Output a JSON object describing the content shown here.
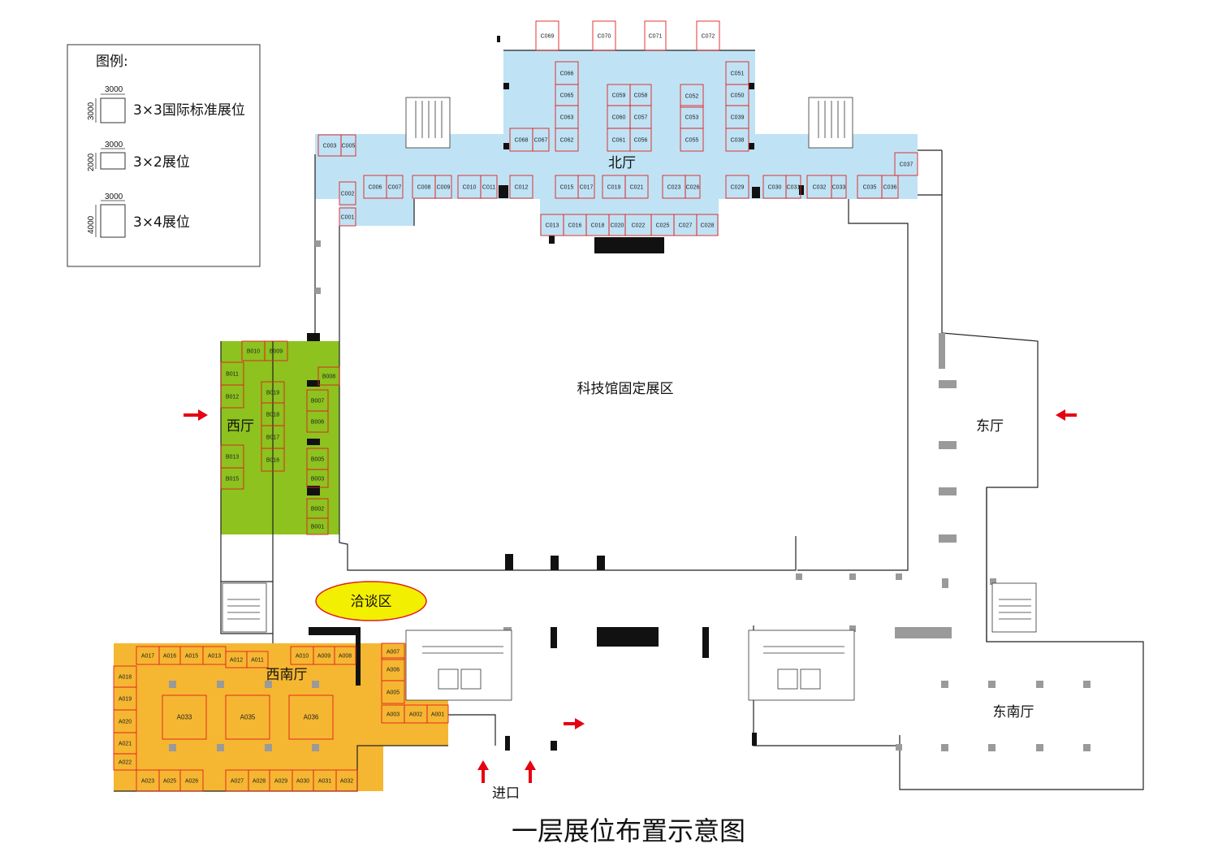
{
  "title": "一层展位布置示意图",
  "legend": {
    "title": "图例:",
    "items": [
      {
        "label": "3×3国际标准展位",
        "width": "3000",
        "depth": "3000"
      },
      {
        "label": "3×2展位",
        "width": "3000",
        "depth": "2000"
      },
      {
        "label": "3×4展位",
        "width": "3000",
        "depth": "4000"
      }
    ]
  },
  "halls": {
    "north": "北厅",
    "west": "西厅",
    "east": "东厅",
    "southwest": "西南厅",
    "southeast": "东南厅",
    "center": "科技馆固定展区",
    "negotiation": "洽谈区",
    "entrance": "进口"
  },
  "colors": {
    "north_fill": "#bfe3f5",
    "west_fill": "#8dc21f",
    "southwest_fill": "#f5b731",
    "booth_stroke": "#e02020",
    "arrow": "#e60012",
    "negotiation_fill": "#f3ef00",
    "wall": "#222222"
  },
  "booths": {
    "C": [
      "C001",
      "C002",
      "C003",
      "C005",
      "C006",
      "C007",
      "C008",
      "C009",
      "C010",
      "C011",
      "C012",
      "C013",
      "C015",
      "C016",
      "C017",
      "C018",
      "C019",
      "C020",
      "C021",
      "C022",
      "C023",
      "C025",
      "C026",
      "C027",
      "C028",
      "C029",
      "C030",
      "C031",
      "C032",
      "C033",
      "C035",
      "C036",
      "C037",
      "C038",
      "C039",
      "C050",
      "C051",
      "C052",
      "C053",
      "C055",
      "C056",
      "C057",
      "C058",
      "C059",
      "C060",
      "C061",
      "C062",
      "C063",
      "C065",
      "C066",
      "C067",
      "C068",
      "C069",
      "C070",
      "C071",
      "C072"
    ],
    "B": [
      "B001",
      "B002",
      "B003",
      "B005",
      "B006",
      "B007",
      "B008",
      "B009",
      "B010",
      "B011",
      "B012",
      "B013",
      "B015",
      "B016",
      "B017",
      "B018",
      "B019"
    ],
    "A": [
      "A001",
      "A002",
      "A003",
      "A005",
      "A006",
      "A007",
      "A008",
      "A009",
      "A010",
      "A011",
      "A012",
      "A013",
      "A015",
      "A016",
      "A017",
      "A018",
      "A019",
      "A020",
      "A021",
      "A022",
      "A023",
      "A025",
      "A026",
      "A027",
      "A028",
      "A029",
      "A030",
      "A031",
      "A032",
      "A033",
      "A035",
      "A036"
    ]
  }
}
